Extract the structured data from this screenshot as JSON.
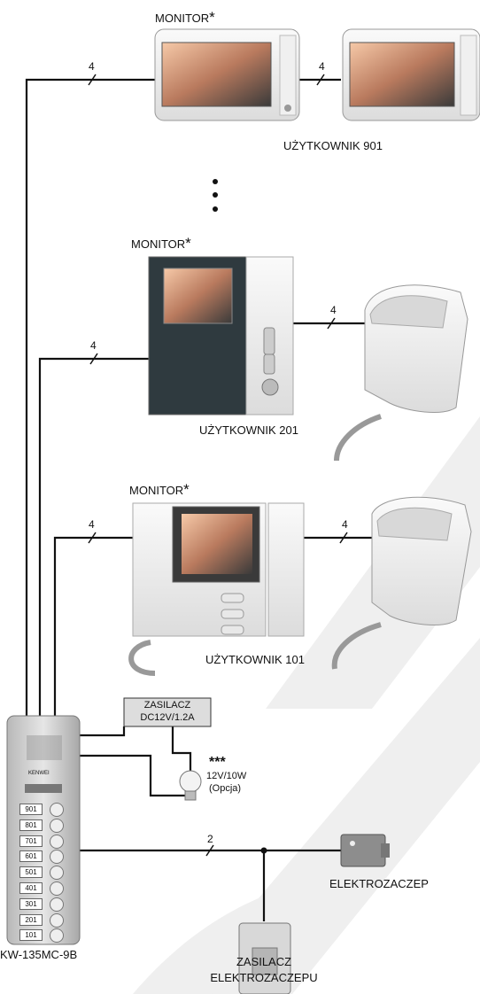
{
  "labels": {
    "monitor": "MONITOR",
    "asterisk": "*",
    "user_901": "UŻYTKOWNIK 901",
    "user_201": "UŻYTKOWNIK 201",
    "user_101": "UŻYTKOWNIK 101",
    "psu_line1": "ZASILACZ",
    "psu_line2": "DC12V/1.2A",
    "bulb_stars": "***",
    "bulb_spec": "12V/10W",
    "bulb_opt": "(Opcja)",
    "strike": "ELEKTROZACZEP",
    "strike_psu_1": "ZASILACZ",
    "strike_psu_2": "ELEKTROZACZEPU",
    "panel_model": "KW-135MC-9B",
    "brand": "KENWEI"
  },
  "wire_counts": {
    "w901_a": "4",
    "w901_b": "4",
    "w201_a": "4",
    "w201_b": "4",
    "w101_a": "4",
    "w101_b": "4",
    "strike": "2"
  },
  "panel_buttons": [
    "901",
    "801",
    "701",
    "601",
    "501",
    "401",
    "301",
    "201",
    "101"
  ],
  "colors": {
    "wire": "#111111",
    "watermark": "#ececec",
    "device_body": "#f2f2f2",
    "device_edge": "#9a9a9a"
  }
}
